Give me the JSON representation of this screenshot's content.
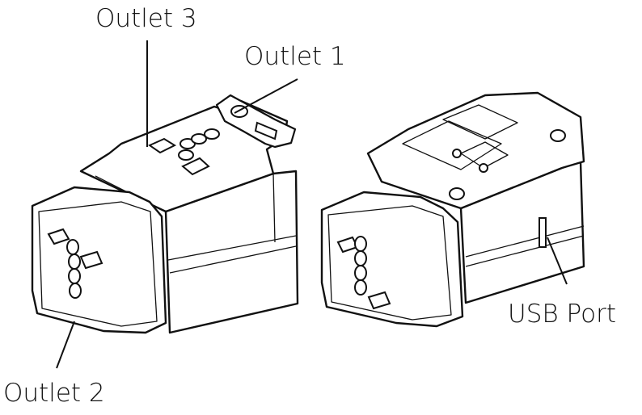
{
  "labels": {
    "outlet3": "Outlet 3",
    "outlet1": "Outlet 1",
    "outlet2": "Outlet 2",
    "usb": "USB Port"
  },
  "colors": {
    "line": "#111111",
    "background": "#ffffff"
  }
}
